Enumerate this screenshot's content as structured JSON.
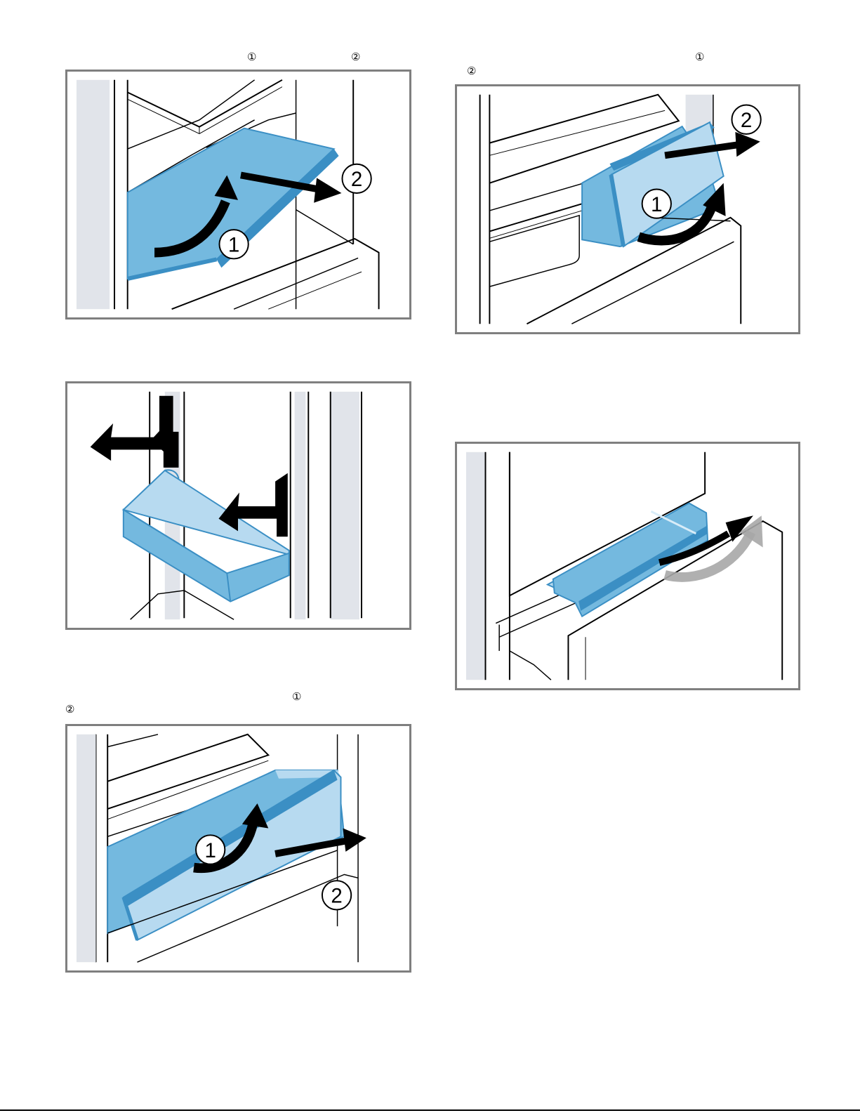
{
  "markers": {
    "one": "①",
    "two": "②"
  },
  "figure_callouts": {
    "one": "1",
    "two": "2"
  },
  "colors": {
    "part_blue": "#74b9df",
    "part_blue_dark": "#3b8fc4",
    "part_blue_light": "#b7daf0",
    "frame_gray": "#7f7f7f",
    "wall_gray": "#e1e4ea",
    "arrow": "#000000"
  },
  "icons": {
    "curved_arrow": "curved-arrow-icon",
    "straight_arrow": "straight-arrow-icon"
  }
}
